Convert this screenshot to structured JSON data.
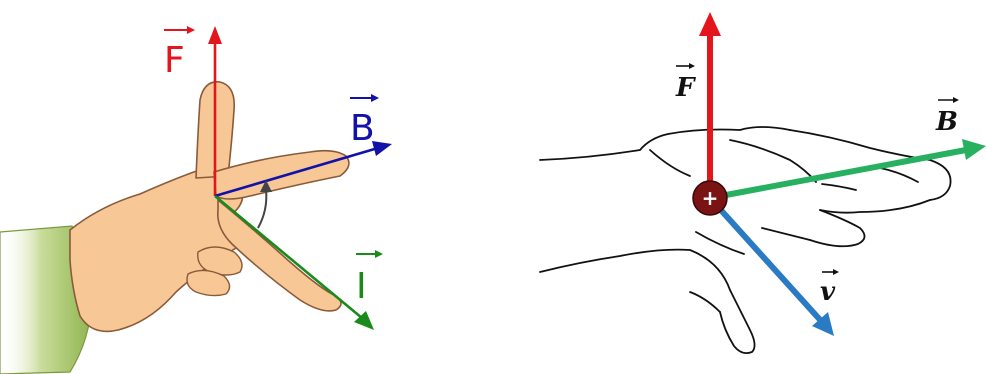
{
  "left_figure": {
    "force_label": "F",
    "field_label": "B",
    "current_label": "I",
    "colors": {
      "force": "#e3161e",
      "field": "#1212a8",
      "current": "#1a8a1a",
      "skin": "#f7c796",
      "skin_outline": "#8a5a3a",
      "sleeve": "#9ec060",
      "rotation_arrow": "#444444"
    }
  },
  "right_figure": {
    "force_label": "F",
    "field_label": "B",
    "velocity_label": "v",
    "charge_symbol": "+",
    "colors": {
      "force": "#e3161e",
      "field": "#27b060",
      "velocity": "#2b7bc4",
      "charge": "#7a1414",
      "outline": "#111111"
    }
  }
}
